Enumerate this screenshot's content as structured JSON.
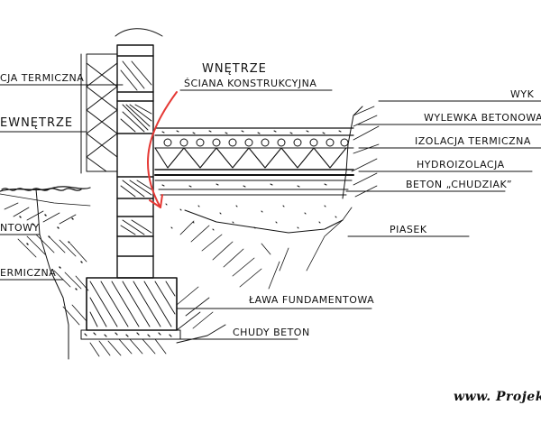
{
  "labels": {
    "wnetrze": "WNĘTRZE",
    "sciana": "ŚCIANA KONSTRUKCYJNA",
    "izolacja_left": "CJA TERMICZNA",
    "zewnetrze": "EWNĘTRZE",
    "wyk": "WYK",
    "wylewka": "WYLEWKA BETONOWA",
    "izolacja_right": "IZOLACJA TERMICZNA",
    "hydroizolacja": "HYDROIZOLACJA",
    "beton_chudziak": "BETON „CHUDZIAK”",
    "piasek": "PIASEK",
    "left_mid": "NTOWY",
    "left_low": "ERMICZNA",
    "lawa": "ŁAWA FUNDAMENTOWA",
    "chudy_beton": "CHUDY BETON"
  },
  "watermark": "www. ProjektZ",
  "colors": {
    "ink": "#111111",
    "arrow": "#e53935"
  }
}
